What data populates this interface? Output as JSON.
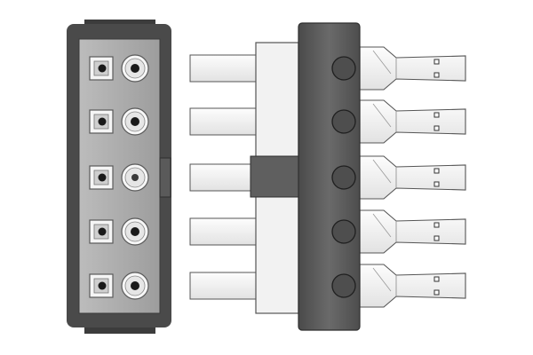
{
  "colors": {
    "background": "#ffffff",
    "housing_dark": "#4a4a4a",
    "housing_face": "#a8a8a8",
    "socket_border": "#6a6a6a",
    "pin_fill": "#1a1a1a",
    "lead_fill": "#f4f4f4",
    "lead_stroke": "#555555",
    "clamp_dark": "#555555",
    "clamp_hole": "#4e4e4e"
  },
  "connector": {
    "pin_count": 5,
    "pins": [
      {
        "id": 1,
        "socket": "square",
        "contact": "round"
      },
      {
        "id": 2,
        "socket": "square",
        "contact": "round"
      },
      {
        "id": 3,
        "socket": "square",
        "contact": "round-highlight"
      },
      {
        "id": 4,
        "socket": "square",
        "contact": "round"
      },
      {
        "id": 5,
        "socket": "square",
        "contact": "round"
      }
    ],
    "side_key": "housing-key-notch"
  },
  "leads": {
    "count": 5,
    "clamp_holes": 5,
    "tip_icon": "snap-terminal-icon"
  }
}
